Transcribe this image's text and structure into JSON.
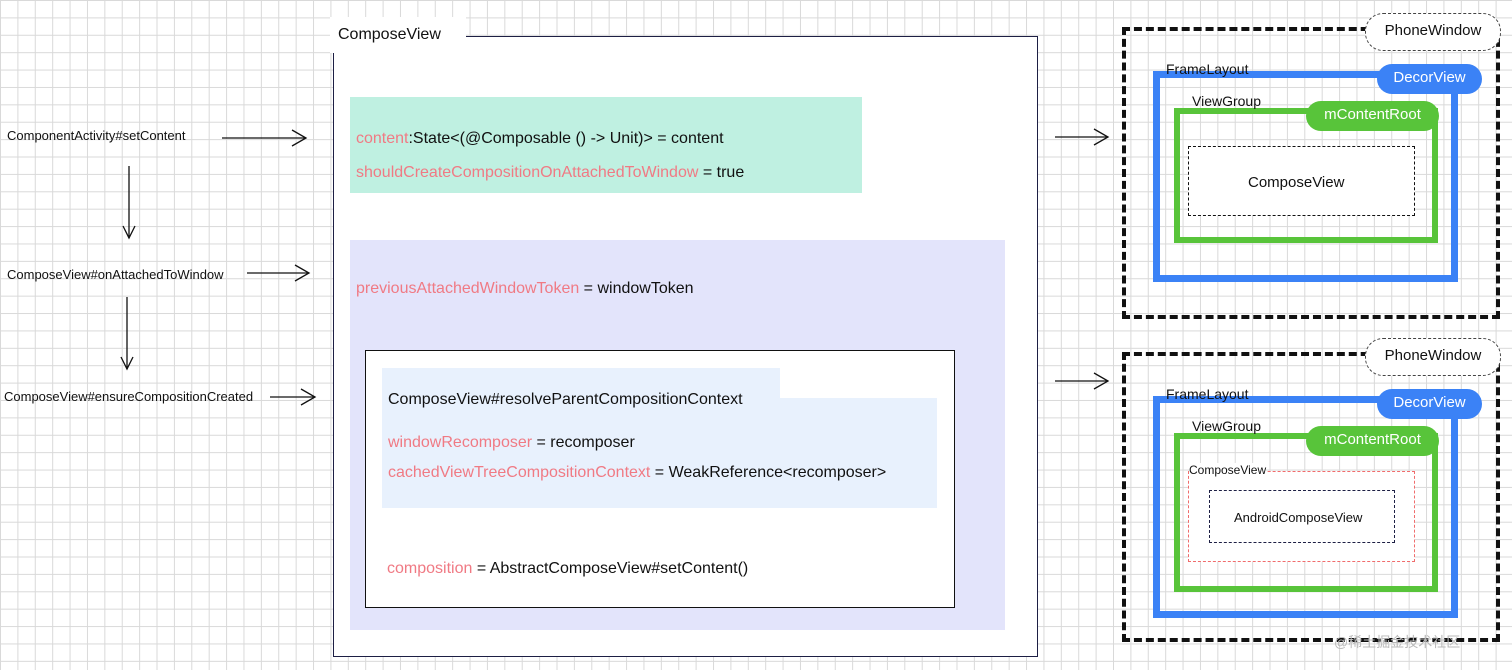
{
  "flow": {
    "steps": [
      "ComponentActivity#setContent",
      "ComposeView#onAttachedToWindow",
      "ComposeView#ensureCompositionCreated"
    ]
  },
  "compose_view": {
    "title": "ComposeView",
    "content_name": "content",
    "content_rest": ":State<(@Composable () -> Unit)> = content",
    "should_create_name": "shouldCreateCompositionOnAttachedToWindow",
    "should_create_rest": " = true",
    "previous_token_name": "previousAttachedWindowToken",
    "previous_token_rest": " = windowToken",
    "resolve_title": "ComposeView#resolveParentCompositionContext",
    "window_recomposer_name": "windowRecomposer",
    "window_recomposer_rest": " = recomposer",
    "cached_context_name": "cachedViewTreeCompositionContext",
    "cached_context_rest": " = WeakReference<recomposer>",
    "composition_name": "composition",
    "composition_rest": " = AbstractComposeView#setContent()"
  },
  "window_top": {
    "phone_window": "PhoneWindow",
    "frame_layout": "FrameLayout",
    "decor_view": "DecorView",
    "view_group": "ViewGroup",
    "content_root": "mContentRoot",
    "compose_view": "ComposeView"
  },
  "window_bottom": {
    "phone_window": "PhoneWindow",
    "frame_layout": "FrameLayout",
    "decor_view": "DecorView",
    "view_group": "ViewGroup",
    "content_root": "mContentRoot",
    "compose_view": "ComposeView",
    "android_compose_view": "AndroidComposeView"
  },
  "watermark": "@稀土掘金技术社区",
  "colors": {
    "field_name": "#f07a84",
    "decor_blue": "#3b82f6",
    "content_green": "#58c43a",
    "green_panel": "#bff0e1",
    "purple_panel": "#e3e4fb",
    "blue_panel": "#e8f1fd"
  }
}
